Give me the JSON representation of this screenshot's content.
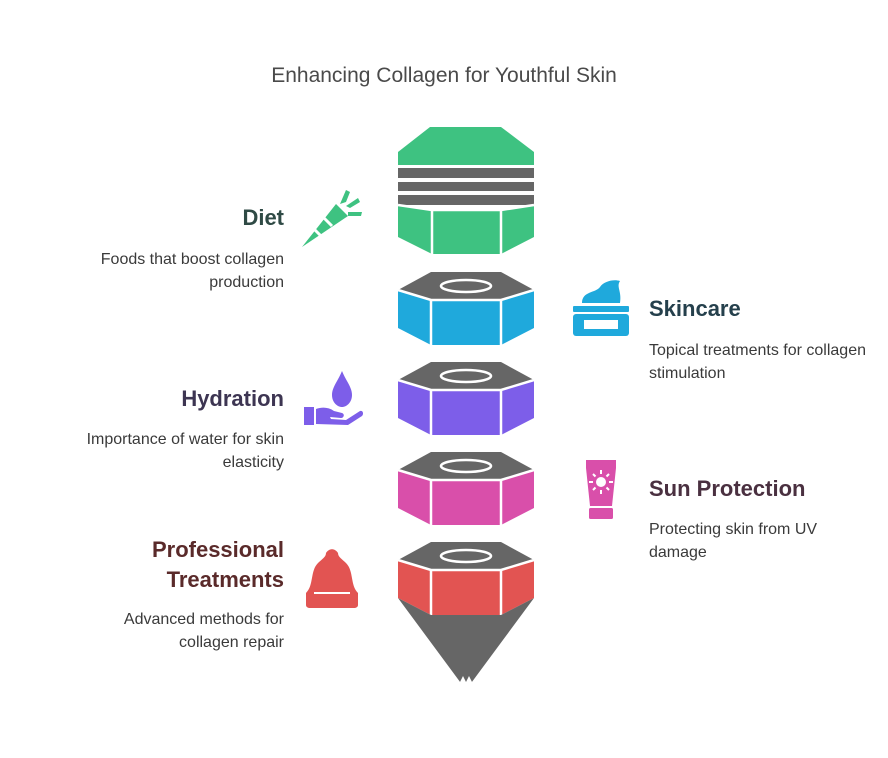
{
  "title": "Enhancing Collagen for Youthful Skin",
  "items": [
    {
      "heading": "Diet",
      "description": "Foods that boost collagen production",
      "side": "left",
      "color": "#3ec281",
      "icon": "carrot-icon"
    },
    {
      "heading": "Skincare",
      "description": "Topical treatments for collagen stimulation",
      "side": "right",
      "color": "#1fa9dc",
      "icon": "cream-jar-icon"
    },
    {
      "heading": "Hydration",
      "description": "Importance of water for skin elasticity",
      "side": "left",
      "color": "#7d5ee9",
      "icon": "water-drop-hand-icon"
    },
    {
      "heading": "Sun Protection",
      "description": "Protecting skin from UV damage",
      "side": "right",
      "color": "#d94faa",
      "icon": "sunscreen-tube-icon"
    },
    {
      "heading": "Professional Treatments",
      "description": "Advanced methods for collagen repair",
      "side": "left",
      "color": "#e25452",
      "icon": "bell-icon"
    }
  ],
  "colors": {
    "heading_diet": "#2f4a45",
    "heading_skincare": "#25404c",
    "heading_hydration": "#3d3552",
    "heading_sun": "#4a3040",
    "heading_treatments": "#5a2a2a",
    "stack_cap": "#666666"
  }
}
